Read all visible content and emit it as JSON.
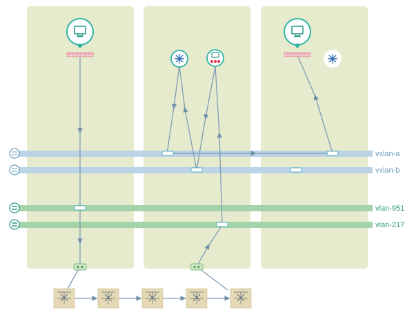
{
  "networks": [
    {
      "id": "vxlan-a",
      "label": "vxlan-a",
      "kind": "vxlan",
      "color": "#b8d2e6",
      "label_color": "#6a9fbf"
    },
    {
      "id": "vxlan-b",
      "label": "vxlan-b",
      "kind": "vxlan",
      "color": "#b8d2e6",
      "label_color": "#6a9fbf"
    },
    {
      "id": "vlan-951",
      "label": "vlan-951",
      "kind": "vlan",
      "color": "#9fd2a6",
      "label_color": "#2e9a86"
    },
    {
      "id": "vlan-217",
      "label": "vlan-217",
      "kind": "vlan",
      "color": "#9fd2a6",
      "label_color": "#2e9a86"
    }
  ],
  "hosts": [
    {
      "id": "host-1",
      "devices": [
        "workstation"
      ]
    },
    {
      "id": "host-2",
      "devices": [
        "virtual-switch",
        "virtual-router"
      ]
    },
    {
      "id": "host-3",
      "devices": [
        "workstation",
        "virtual-switch"
      ]
    }
  ],
  "physical_switches": 5,
  "colors": {
    "host_panel": "#e6ebcd",
    "accent": "#2eb3a6",
    "flow_line": "#7f9bb3",
    "switch_box": "#e4d9b4",
    "firewall": "#e07a8a"
  }
}
